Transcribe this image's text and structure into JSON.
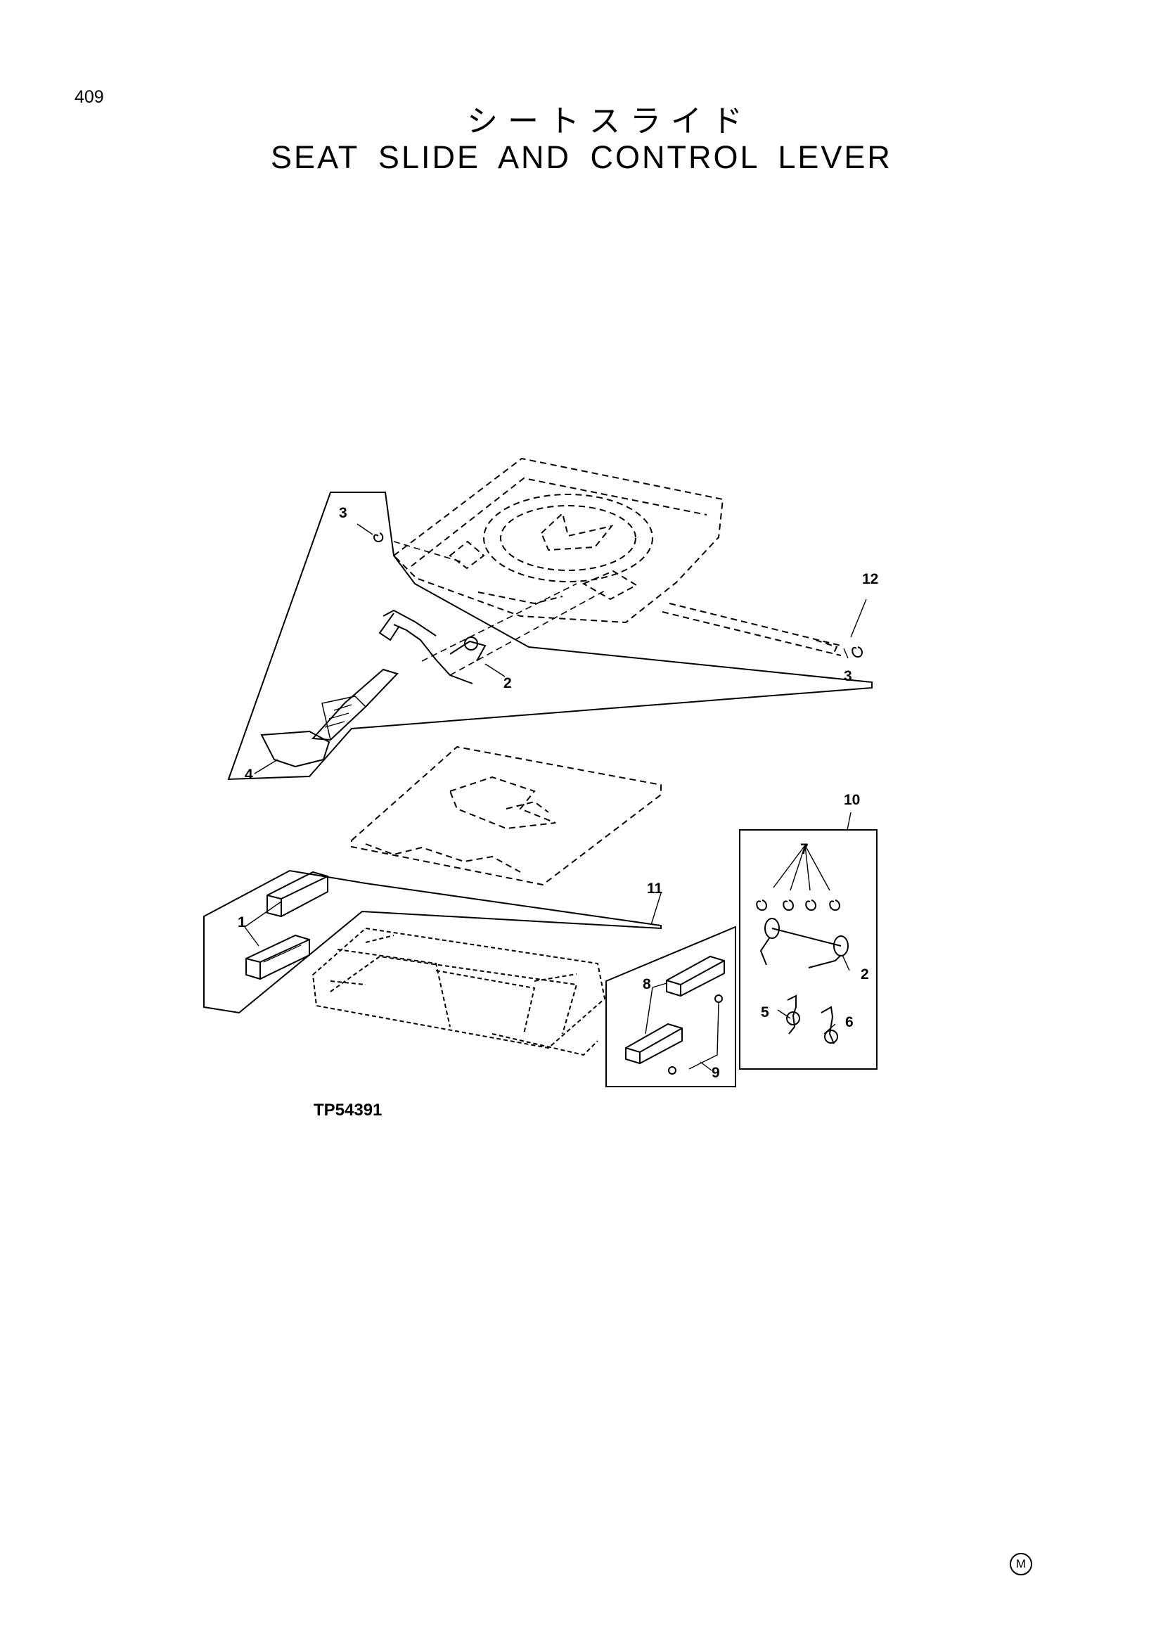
{
  "page_number": "409",
  "title_jp": "シートスライド",
  "title_en": "SEAT SLIDE AND CONTROL LEVER",
  "figure_code": "TP54391",
  "maker_mark": "M",
  "callouts": {
    "c1": "1",
    "c2a": "2",
    "c2b": "2",
    "c3a": "3",
    "c3b": "3",
    "c4": "4",
    "c5": "5",
    "c6": "6",
    "c7": "7",
    "c8": "8",
    "c9": "9",
    "c10": "10",
    "c11": "11",
    "c12": "12"
  }
}
